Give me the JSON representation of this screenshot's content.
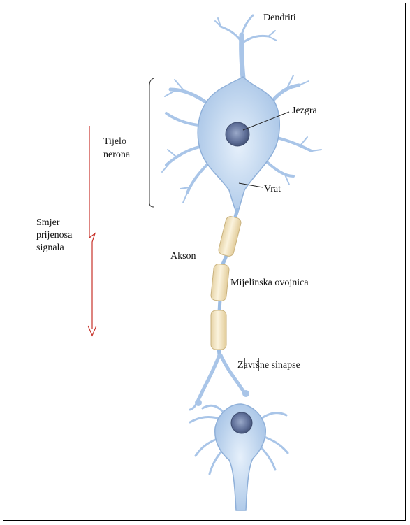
{
  "labels": {
    "dendrites": "Dendriti",
    "nucleus": "Jezgra",
    "cell_body": [
      "Tijelo",
      "nerona"
    ],
    "neck": "Vrat",
    "axon": "Akson",
    "myelin_sheath": "Mijelinska ovojnica",
    "terminal_synapses": "Završne sinapse",
    "signal_direction": [
      "Smjer",
      "prijenosa",
      "signala"
    ]
  },
  "colors": {
    "neuron_fill": "#b9d1ec",
    "neuron_stroke": "#8fb0d9",
    "nucleus": "#5d6f96",
    "myelin": "#f3e6c6",
    "arrow": "#c8332b",
    "frame": "#000000"
  }
}
